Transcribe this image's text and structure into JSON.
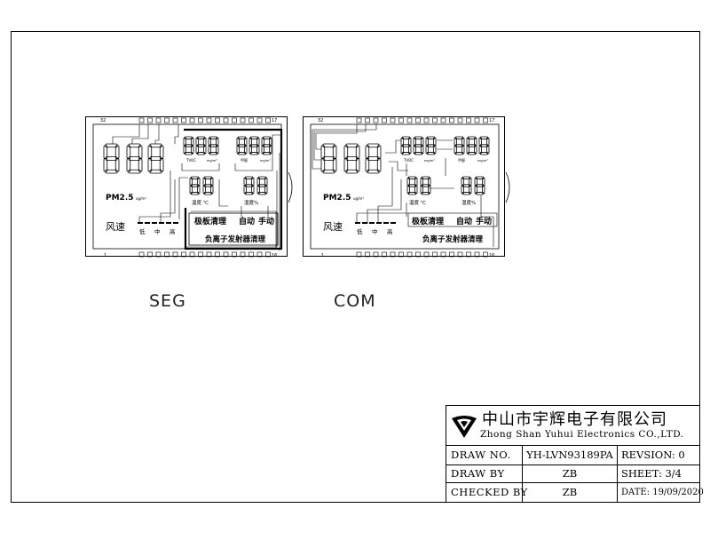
{
  "panels": {
    "seg": {
      "label": "SEG",
      "pin_left_top": "32",
      "pin_right_top": "17",
      "pin_left_bottom": "1",
      "pin_right_bottom": "16",
      "unit1": "TVOC",
      "unit1b": "mg/m³",
      "unit2": "甲醛",
      "unit2b": "mg/m³",
      "pm_label": "PM2.5",
      "pm_unit": "ug/m³",
      "temp_label": "温度 ℃",
      "humid_label": "湿度%",
      "wind_label": "风速",
      "speed_low": "低",
      "speed_mid": "中",
      "speed_high": "高",
      "board_clean": "极板清理",
      "auto": "自动",
      "manual": "手动",
      "anion_clean": "负离子发射器清理"
    },
    "com": {
      "label": "COM",
      "pin_left_top": "32",
      "pin_right_top": "17",
      "pin_left_bottom": "1",
      "pin_right_bottom": "16",
      "unit1": "TVOC",
      "unit1b": "mg/m³",
      "unit2": "甲醛",
      "unit2b": "mg/m³",
      "pm_label": "PM2.5",
      "pm_unit": "ug/m³",
      "temp_label": "温度 ℃",
      "humid_label": "湿度%",
      "wind_label": "风速",
      "speed_low": "低",
      "speed_mid": "中",
      "speed_high": "高",
      "board_clean": "极板清理",
      "auto": "自动",
      "manual": "手动",
      "anion_clean": "负离子发射器清理"
    }
  },
  "title_block": {
    "company_cn": "中山市宇辉电子有限公司",
    "company_en": "Zhong Shan Yuhui Electronics CO.,LTD.",
    "draw_no_label": "DRAW NO.",
    "draw_no": "YH-LVN93189PA",
    "revision": "REVSION:  0",
    "draw_by_label": "DRAW BY",
    "draw_by": "ZB",
    "sheet": "SHEET: 3/4",
    "checked_by_label": "CHECKED BY",
    "checked_by": "ZB",
    "date": "DATE: 19/09/2020"
  },
  "colors": {
    "line": "#000000",
    "background": "#ffffff"
  }
}
